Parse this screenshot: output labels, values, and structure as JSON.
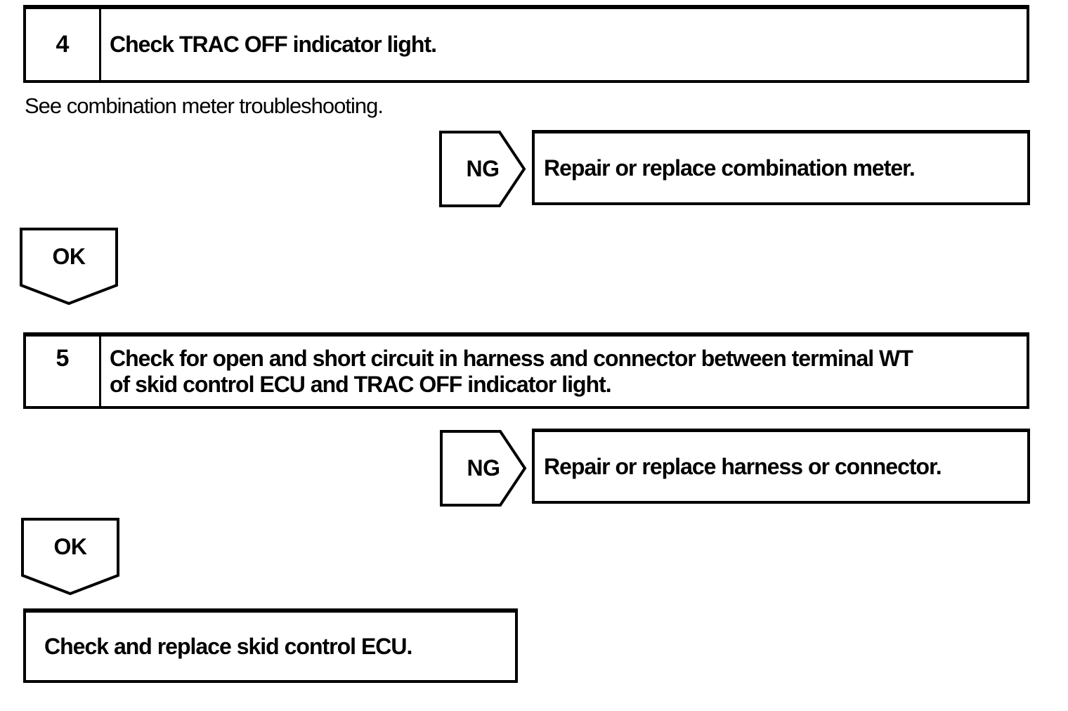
{
  "colors": {
    "ink": "#000000",
    "paper": "#ffffff"
  },
  "steps": [
    {
      "number": "4",
      "title_lines": [
        "Check TRAC OFF indicator light."
      ],
      "note": "See combination meter troubleshooting.",
      "ng_label": "NG",
      "ng_action": "Repair or replace combination meter.",
      "ok_label": "OK"
    },
    {
      "number": "5",
      "title_lines": [
        "Check for open and short circuit in harness and connector between terminal WT",
        "of skid control ECU and TRAC OFF indicator light."
      ],
      "ng_label": "NG",
      "ng_action": "Repair or replace harness or connector.",
      "ok_label": "OK"
    }
  ],
  "final_action": "Check and replace skid control ECU."
}
